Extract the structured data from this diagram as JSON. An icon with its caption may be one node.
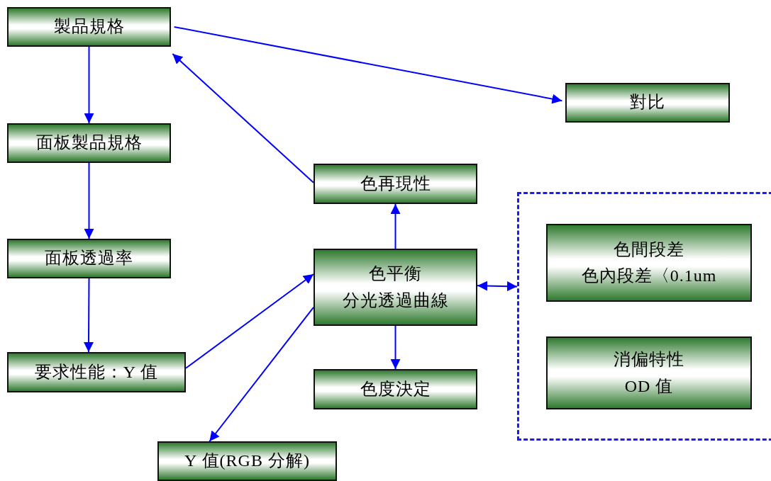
{
  "diagram": {
    "nodes": [
      {
        "text": [
          "製品規格"
        ]
      },
      {
        "text": [
          "面板製品規格"
        ]
      },
      {
        "text": [
          "面板透過率"
        ]
      },
      {
        "text": [
          "要求性能：Y 值"
        ]
      },
      {
        "text": [
          "對比"
        ]
      },
      {
        "text": [
          "色再現性"
        ]
      },
      {
        "text": [
          "色平衡",
          "分光透過曲線"
        ]
      },
      {
        "text": [
          "色度決定"
        ]
      },
      {
        "text": [
          "Y 值(RGB 分解)"
        ]
      },
      {
        "text": [],
        "shape": "box"
      },
      {
        "text": [
          "色間段差",
          "色內段差〈0.1um"
        ],
        "in": 9
      },
      {
        "text": [
          "消偏特性",
          "OD 值"
        ],
        "in": 9
      }
    ],
    "edges": [
      {
        "from": 0,
        "to": 1,
        "arrow": "to"
      },
      {
        "from": 1,
        "to": 2,
        "arrow": "to"
      },
      {
        "from": 2,
        "to": 3,
        "arrow": "to"
      },
      {
        "from": 0,
        "to": 4,
        "arrow": "to"
      },
      {
        "from": 5,
        "to": 0,
        "arrow": "to"
      },
      {
        "from": 6,
        "to": 5,
        "arrow": "to"
      },
      {
        "from": 6,
        "to": 7,
        "arrow": "to"
      },
      {
        "from": 3,
        "to": 6,
        "arrow": "to"
      },
      {
        "from": 6,
        "to": 8,
        "arrow": "to"
      },
      {
        "from": 6,
        "to": 9,
        "arrow": "both"
      }
    ]
  }
}
